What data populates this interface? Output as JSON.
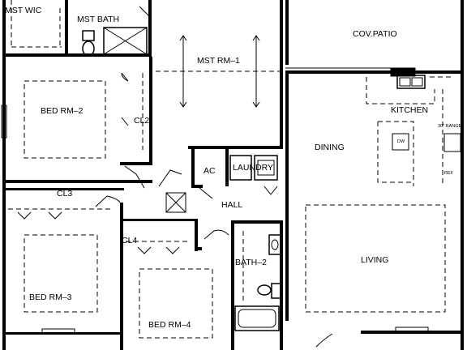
{
  "rooms": {
    "mst_wic": "MST WIC",
    "mst_bath": "MST BATH",
    "mst_rm1": "MST RM–1",
    "cov_patio": "COV.PATIO",
    "bed_rm2": "BED RM–2",
    "cl2": "CL2",
    "kitchen": "KITCHEN",
    "range": "30\" RANGE",
    "dw": "DW",
    "ref": "REF",
    "dining": "DINING",
    "ac": "AC",
    "laundry": "LAUNDRY",
    "cl3": "CL3",
    "hall": "HALL",
    "cl4": "CL4",
    "bath2": "BATH–2",
    "living": "LIVING",
    "bed_rm3": "BED RM–3",
    "bed_rm4": "BED RM–4"
  }
}
